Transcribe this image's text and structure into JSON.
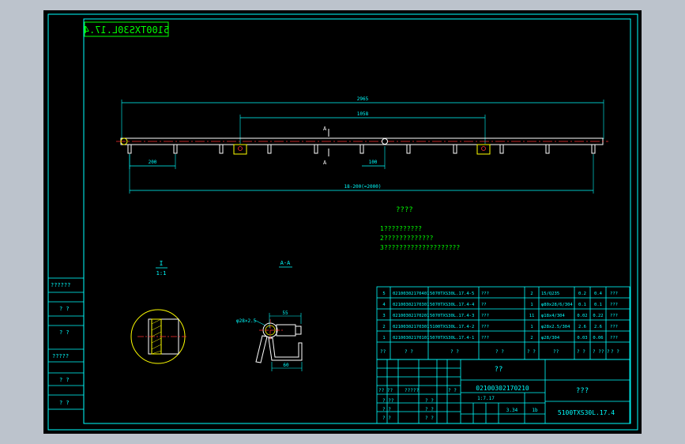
{
  "colors": {
    "background": "#bcc3cc",
    "sheet": "#000000",
    "frame_line": "#00ffff",
    "text_cyan": "#00ffff",
    "text_green": "#00ff00",
    "center_line": "#ff3030",
    "part_white": "#ffffff",
    "detail_yellow": "#ffff00",
    "dimension": "#00ffff"
  },
  "drawing_code_mirrored": "5100TXS30L.17.4",
  "dimensions": {
    "overall": "2965",
    "inner": "1058",
    "pitch_left": "200",
    "small": "100",
    "bottom": "18-200(=2000)"
  },
  "section_markers": {
    "top": "A",
    "bottom": "A"
  },
  "notes": {
    "title": "????",
    "lines": [
      "1??????????",
      "2?????????????",
      "3????????????????????"
    ]
  },
  "views": {
    "detail_label": "I",
    "detail_scale": "1:1",
    "section_label": "A-A",
    "section_dim_width": "55",
    "section_dim_diameter": "φ28×2.5",
    "section_dim_bottom": "60"
  },
  "left_stamp": [
    "??????",
    "? ?",
    "? ?",
    "?????",
    "? ?",
    "? ?"
  ],
  "bom_rows": [
    {
      "no": "5",
      "code": "02100302170401",
      "drawing": "5070TXS30L.17.4-5",
      "name": "???",
      "qty": "2",
      "spec": "15/Q235",
      "w1": "0.2",
      "w2": "0.4",
      "mat": "???"
    },
    {
      "no": "4",
      "code": "02100302170301",
      "drawing": "5070TXS30L.17.4-4",
      "name": "??",
      "qty": "1",
      "spec": "φ80x28/6/304",
      "w1": "0.1",
      "w2": "0.1",
      "mat": "???"
    },
    {
      "no": "3",
      "code": "02100302170201",
      "drawing": "5070TXS30L.17.4-3",
      "name": "???",
      "qty": "11",
      "spec": "φ18x4/304",
      "w1": "0.02",
      "w2": "0.22",
      "mat": "???"
    },
    {
      "no": "2",
      "code": "02100302170301",
      "drawing": "5100TXS30L.17.4-2",
      "name": "???",
      "qty": "1",
      "spec": "φ28x2.5/304",
      "w1": "2.6",
      "w2": "2.6",
      "mat": "???"
    },
    {
      "no": "1",
      "code": "02100302170101",
      "drawing": "5070TXS30L.17.4-1",
      "name": "???",
      "qty": "2",
      "spec": "φ28/304",
      "w1": "0.03",
      "w2": "0.06",
      "mat": "???"
    }
  ],
  "bom_header": [
    "??",
    "? ?",
    "? ?",
    "? ?",
    "? ?",
    "??",
    "? ?",
    "? ?? ?",
    "? ?"
  ],
  "title_block": {
    "part_name": "??",
    "part_code": "02100302170210",
    "company": "???",
    "drawing_no": "5100TXS30L.17.4",
    "scale_row": "1:7.17",
    "weight": "3.34",
    "sheet": "1b",
    "sign_labels": [
      "?? ??",
      "? ?",
      "?????",
      "? ??",
      "? ?",
      "? ?",
      "? ?",
      "? ?",
      "? ?"
    ]
  }
}
